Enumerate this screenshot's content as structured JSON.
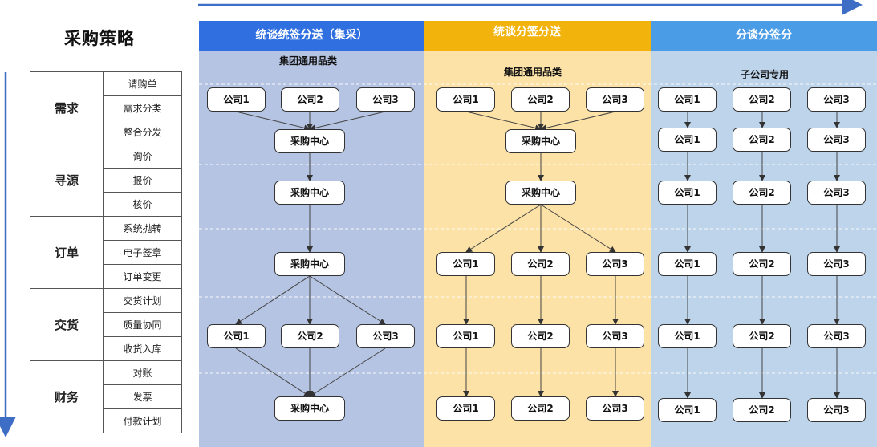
{
  "title": "采购策略",
  "stages": [
    {
      "name": "需求",
      "items": [
        "请购单",
        "需求分类",
        "整合分发"
      ]
    },
    {
      "name": "寻源",
      "items": [
        "询价",
        "报价",
        "核价"
      ]
    },
    {
      "name": "订单",
      "items": [
        "系统抛转",
        "电子签章",
        "订单变更"
      ]
    },
    {
      "name": "交货",
      "items": [
        "交货计划",
        "质量协同",
        "收货入库"
      ]
    },
    {
      "name": "财务",
      "items": [
        "对账",
        "发票",
        "付款计划"
      ]
    }
  ],
  "columns": [
    {
      "header": "统谈统签分送（集采）",
      "subtitle": "集团通用品类",
      "color": "#2f6fe0",
      "bg": "#b5c4e2"
    },
    {
      "header": "统谈分签分送",
      "subtitle": "集团通用品类",
      "color": "#f2b30d",
      "bg": "#fce2a6"
    },
    {
      "header": "分谈分签分",
      "subtitle": "子公司专用",
      "color": "#4a9ce6",
      "bg": "#bdd4ea"
    }
  ],
  "labels": {
    "company1": "公司1",
    "company2": "公司2",
    "company3": "公司3",
    "center": "采购中心"
  }
}
